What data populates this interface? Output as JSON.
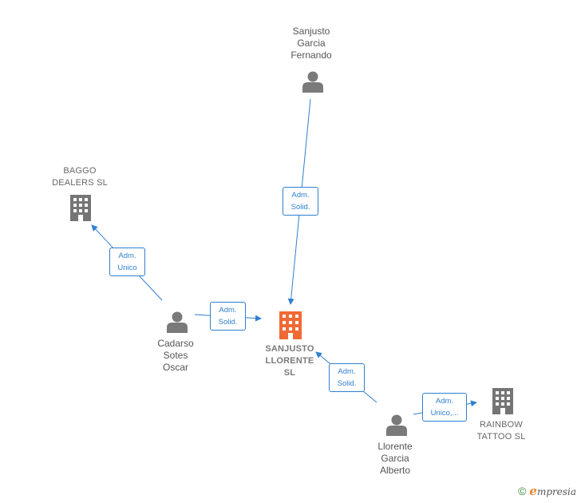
{
  "colors": {
    "edge": "#2f7fd0",
    "person_icon": "#7a7a7a",
    "company_icon": "#757575",
    "center_icon": "#f06a35"
  },
  "nodes": {
    "fernando": {
      "label": "Sanjusto\nGarcia\nFernando",
      "icon": "person-icon"
    },
    "baggo": {
      "label": "BAGGO\nDEALERS  SL",
      "icon": "building-icon"
    },
    "oscar": {
      "label": "Cadarso\nSotes\nOscar",
      "icon": "person-icon"
    },
    "center": {
      "label": "SANJUSTO\nLLORENTE\nSL",
      "icon": "building-icon"
    },
    "alberto": {
      "label": "Llorente\nGarcia\nAlberto",
      "icon": "person-icon"
    },
    "rainbow": {
      "label": "RAINBOW\nTATTOO  SL",
      "icon": "building-icon"
    }
  },
  "edges": {
    "fernando_center": "Adm.\nSolid.",
    "oscar_baggo": "Adm.\nUnico",
    "oscar_center": "Adm.\nSolid.",
    "alberto_center": "Adm.\nSolid.",
    "alberto_rainbow": "Adm.\nUnico,..."
  },
  "footer": {
    "copyright": "©",
    "brand_initial": "e",
    "brand_rest": "mpresia"
  }
}
